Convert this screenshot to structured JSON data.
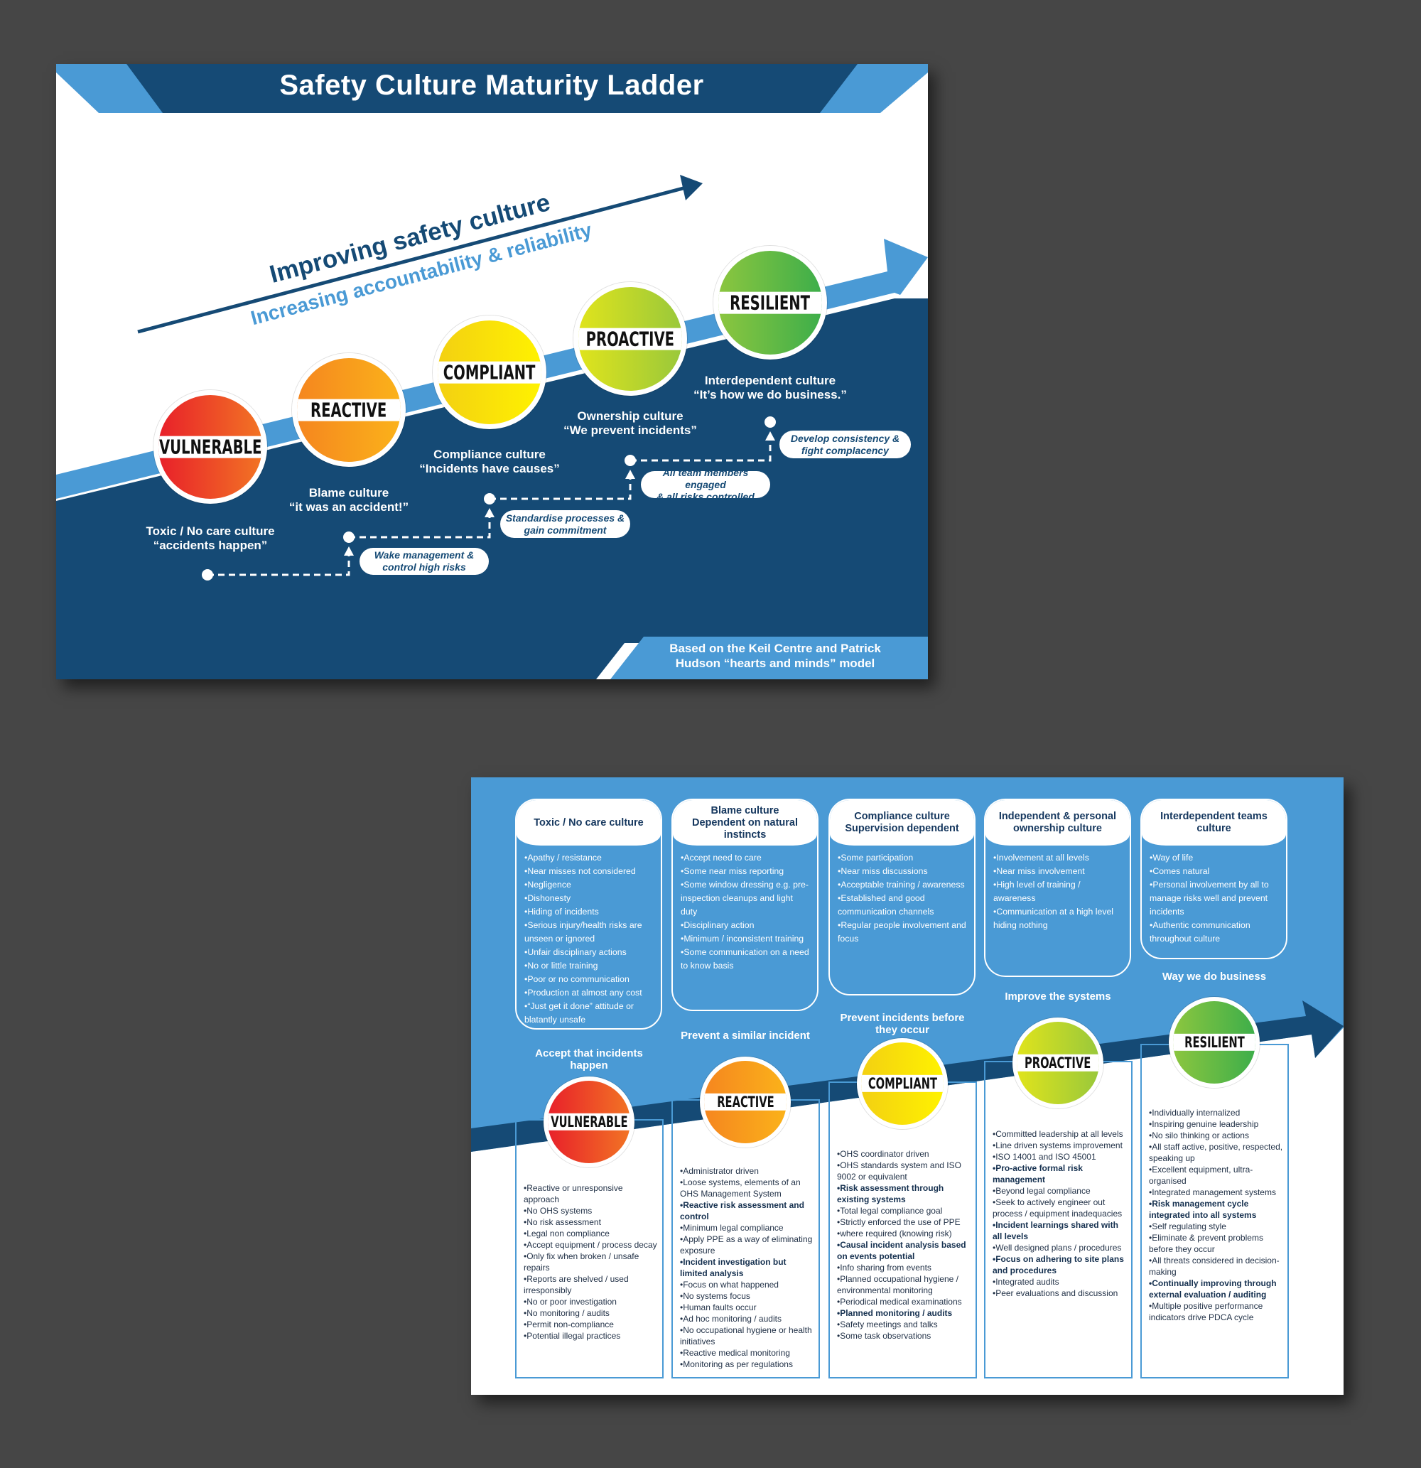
{
  "top_card": {
    "title": "Safety Culture Maturity Ladder",
    "arrow_text_1": "Improving safety culture",
    "arrow_text_2": "Increasing accountability & reliability",
    "footer_line_1": "Based on the Keil Centre and Patrick",
    "footer_line_2": "Hudson “hearts and minds” model",
    "stages": [
      {
        "label": "VULNERABLE",
        "caption_1": "Toxic / No care culture",
        "caption_2": "“accidents happen”"
      },
      {
        "label": "REACTIVE",
        "caption_1": "Blame culture",
        "caption_2": "“it was an accident!”"
      },
      {
        "label": "COMPLIANT",
        "caption_1": "Compliance culture",
        "caption_2": "“Incidents have causes”"
      },
      {
        "label": "PROACTIVE",
        "caption_1": "Ownership culture",
        "caption_2": "“We prevent incidents”"
      },
      {
        "label": "RESILIENT",
        "caption_1": "Interdependent culture",
        "caption_2": "“It’s how we do business.”"
      }
    ],
    "steps": [
      {
        "line_1": "Wake management &",
        "line_2": "control high risks"
      },
      {
        "line_1": "Standardise processes &",
        "line_2": "gain commitment"
      },
      {
        "line_1": "All team members engaged",
        "line_2": "& all risks controlled"
      },
      {
        "line_1": "Develop consistency &",
        "line_2": "fight complacency"
      }
    ]
  },
  "bottom_card": {
    "columns": [
      {
        "header": [
          "Toxic / No care culture"
        ],
        "items": [
          "Apathy / resistance",
          "Near misses not considered",
          "Negligence",
          "Dishonesty",
          "Hiding of incidents",
          "Serious injury/health risks are unseen or ignored",
          "Unfair disciplinary actions",
          "No or little training",
          "Poor or no communication",
          "Production at almost any cost",
          "“Just get it done” attitude or blatantly unsafe"
        ],
        "goal": "Accept that incidents happen",
        "stage": "VULNERABLE",
        "details": [
          {
            "t": "Reactive or unresponsive approach"
          },
          {
            "t": "No OHS systems"
          },
          {
            "t": "No risk assessment"
          },
          {
            "t": "Legal non compliance"
          },
          {
            "t": "Accept equipment / process decay"
          },
          {
            "t": "Only fix when broken / unsafe repairs"
          },
          {
            "t": "Reports are shelved / used irresponsibly"
          },
          {
            "t": "No or poor investigation"
          },
          {
            "t": "No monitoring / audits"
          },
          {
            "t": "Permit non-compliance"
          },
          {
            "t": "Potential illegal practices"
          }
        ]
      },
      {
        "header": [
          "Blame culture",
          "Dependent on natural",
          "instincts"
        ],
        "items": [
          "Accept need to care",
          "Some near miss reporting",
          "Some window dressing e.g. pre-inspection cleanups and light duty",
          "Disciplinary action",
          "Minimum / inconsistent training",
          "Some communication on a need to know basis"
        ],
        "goal": "Prevent a similar incident",
        "stage": "REACTIVE",
        "details": [
          {
            "t": "Administrator driven"
          },
          {
            "t": "Loose systems, elements of an OHS Management System"
          },
          {
            "t": "Reactive risk assessment and control",
            "b": true
          },
          {
            "t": "Minimum legal compliance"
          },
          {
            "t": "Apply PPE as a way of eliminating exposure"
          },
          {
            "t": "Incident investigation but limited analysis",
            "b": true
          },
          {
            "t": "Focus on what happened"
          },
          {
            "t": "No systems focus"
          },
          {
            "t": "Human faults occur"
          },
          {
            "t": "Ad hoc monitoring / audits"
          },
          {
            "t": "No occupational hygiene or health initiatives"
          },
          {
            "t": "Reactive medical monitoring"
          },
          {
            "t": "Monitoring as per regulations"
          }
        ]
      },
      {
        "header": [
          "Compliance culture",
          "Supervision dependent"
        ],
        "items": [
          "Some participation",
          "Near miss discussions",
          "Acceptable training / awareness",
          "Established and good communication channels",
          "Regular people involvement and focus"
        ],
        "goal": "Prevent incidents before they occur",
        "stage": "COMPLIANT",
        "details": [
          {
            "t": "OHS coordinator driven"
          },
          {
            "t": "OHS standards system and ISO 9002 or equivalent"
          },
          {
            "t": "Risk assessment through existing systems",
            "b": true
          },
          {
            "t": "Total legal compliance goal"
          },
          {
            "t": "Strictly enforced the use of PPE"
          },
          {
            "t": "where required (knowing risk)"
          },
          {
            "t": "Causal incident analysis based on events potential",
            "b": true
          },
          {
            "t": "Info sharing from events"
          },
          {
            "t": "Planned occupational hygiene / environmental monitoring"
          },
          {
            "t": "Periodical medical examinations"
          },
          {
            "t": "Planned monitoring / audits",
            "b": true
          },
          {
            "t": "Safety meetings and talks"
          },
          {
            "t": "Some task observations"
          }
        ]
      },
      {
        "header": [
          "Independent & personal",
          "ownership culture"
        ],
        "items": [
          "Involvement at all levels",
          "Near miss involvement",
          "High level of training / awareness",
          "Communication at a high level hiding nothing"
        ],
        "goal": "Improve the systems",
        "stage": "PROACTIVE",
        "details": [
          {
            "t": "Committed leadership at all levels"
          },
          {
            "t": "Line driven systems improvement"
          },
          {
            "t": "ISO 14001 and ISO 45001"
          },
          {
            "t": "Pro-active formal risk management",
            "b": true
          },
          {
            "t": "Beyond legal compliance"
          },
          {
            "t": "Seek to actively engineer out process / equipment inadequacies"
          },
          {
            "t": "Incident learnings shared with all levels",
            "b": true
          },
          {
            "t": "Well designed plans / procedures"
          },
          {
            "t": "Focus on adhering to site plans and procedures",
            "b": true
          },
          {
            "t": "Integrated audits"
          },
          {
            "t": "Peer evaluations and discussion"
          }
        ]
      },
      {
        "header": [
          "Interdependent teams",
          "culture"
        ],
        "items": [
          "Way of life",
          "Comes natural",
          "Personal involvement by all to manage risks well and prevent incidents",
          "Authentic communication throughout culture"
        ],
        "goal": "Way we do business",
        "stage": "RESILIENT",
        "details": [
          {
            "t": "Individually internalized"
          },
          {
            "t": "Inspiring genuine leadership"
          },
          {
            "t": "No silo thinking or actions"
          },
          {
            "t": "All staff active, positive, respected, speaking up"
          },
          {
            "t": "Excellent equipment, ultra-organised"
          },
          {
            "t": "Integrated management systems"
          },
          {
            "t": "Risk management cycle integrated into all systems",
            "b": true
          },
          {
            "t": "Self regulating style"
          },
          {
            "t": "Eliminate & prevent problems before they occur"
          },
          {
            "t": "All threats considered in decision-making"
          },
          {
            "t": "Continually improving through external evaluation / auditing",
            "b": true
          },
          {
            "t": "Multiple positive performance indicators drive PDCA cycle"
          }
        ]
      }
    ]
  },
  "colors": {
    "navy": "#154a75",
    "light_blue": "#4a9ad5",
    "stage_gradients": [
      [
        "#e8202a",
        "#f27424"
      ],
      [
        "#f5861f",
        "#fbb21a"
      ],
      [
        "#f3d012",
        "#fff200"
      ],
      [
        "#e0e41c",
        "#99c83b"
      ],
      [
        "#8cc63f",
        "#3dae4a"
      ]
    ]
  }
}
